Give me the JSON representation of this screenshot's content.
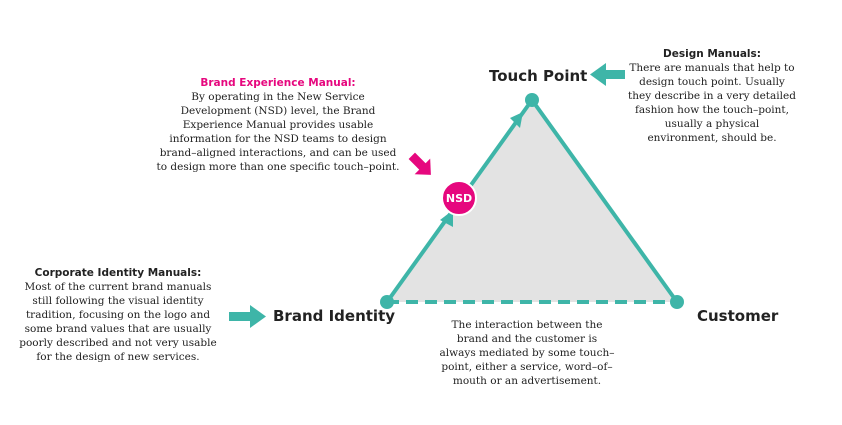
{
  "colors": {
    "teal": "#3eb5a8",
    "magenta": "#e6077e",
    "triangle_fill": "#e3e3e3",
    "text": "#222222"
  },
  "nodes": {
    "touch_point": "Touch Point",
    "brand_identity": "Brand Identity",
    "customer": "Customer",
    "nsd_badge": "NSD"
  },
  "notes": {
    "design_manuals": {
      "title": "Design Manuals:",
      "body": "There are manuals that help to design touch point. Usually they describe in a very detailed fashion how the touch–point, usually a physical environment, should be."
    },
    "brand_experience_manual": {
      "title": "Brand Experience Manual:",
      "body": "By operating in the New Service Development (NSD) level, the Brand Experience Manual provides usable information for the NSD teams to design brand–aligned interactions, and can be used to design more than one specific touch–point."
    },
    "corporate_identity_manuals": {
      "title": "Corporate Identity Manuals:",
      "body": "Most of the current brand manuals still following the visual identity tradition, focusing on the logo and some brand values that are usually poorly described and not very usable for the design of new services."
    },
    "interaction": {
      "body": "The interaction between the brand and the customer is always mediated by some touch–point, either a service, word–of–mouth or an advertisement."
    }
  }
}
